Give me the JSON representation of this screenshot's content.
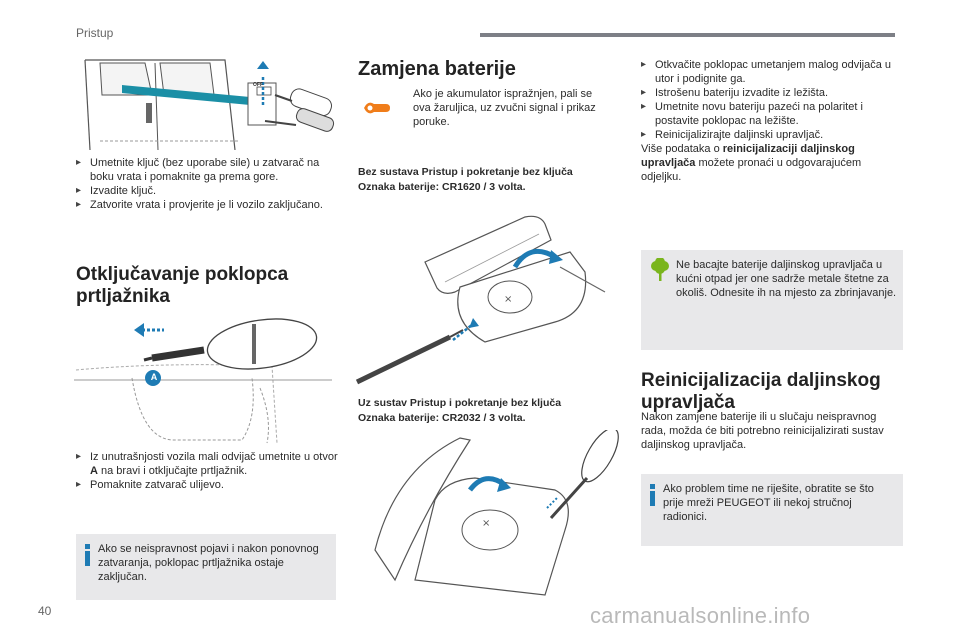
{
  "header": {
    "label": "Pristup"
  },
  "page_number": "40",
  "watermark": "carmanualsonline.info",
  "col1": {
    "door_bullets": [
      "Umetnite ključ (bez uporabe sile) u zatvarač na boku vrata i pomaknite ga prema gore.",
      "Izvadite ključ.",
      "Zatvorite vrata i provjerite je li vozilo zaključano."
    ],
    "off_label": "OFF",
    "section_title": "Otključavanje poklopca prtljažnika",
    "marker_label": "A",
    "trunk_bullets": {
      "b1_before": "Iz unutrašnjosti vozila mali odvijač umetnite u otvor ",
      "b1_bold": "A",
      "b1_after": " na bravi i otključajte prtljažnik.",
      "b2": "Pomaknite zatvarač ulijevo."
    },
    "note": "Ako se neispravnost pojavi i nakon ponovnog zatvaranja, poklopac prtljažnika ostaje zaključan."
  },
  "col2": {
    "section_title": "Zamjena baterije",
    "intro": "Ako je akumulator ispražnjen, pali se ova žaruljica, uz zvučni signal i prikaz poruke.",
    "without_system": "Bez sustava Pristup i pokretanje bez ključa",
    "battery_1": "Oznaka baterije: CR1620 / 3 volta.",
    "with_system": "Uz sustav Pristup i pokretanje bez ključa",
    "battery_2": "Oznaka baterije: CR2032 / 3 volta."
  },
  "col3": {
    "bullets": [
      "Otkvačite poklopac umetanjem malog odvijača u utor i podignite ga.",
      "Istrošenu bateriju izvadite iz ležišta.",
      "Umetnite novu bateriju pazeći na polaritet i postavite poklopac na ležište.",
      "Reinicijalizirajte daljinski upravljač."
    ],
    "more_before": "Više podataka o ",
    "more_bold": "reinicijalizaciji daljinskog upravljača",
    "more_after": " možete pronaći u odgovarajućem odjeljku.",
    "eco_note": "Ne bacajte baterije daljinskog upravljača u kućni otpad jer one sadrže metale štetne za okoliš. Odnesite ih na mjesto za zbrinjavanje.",
    "section_title": "Reinicijalizacija daljinskog upravljača",
    "body": "Nakon zamjene baterije ili u slučaju neispravnog rada, možda će biti potrebno reinicijalizirati sustav daljinskog upravljača.",
    "info_note": "Ako problem time ne riješite, obratite se što prije mreži PEUGEOT ili nekoj stručnoj radionici."
  },
  "colors": {
    "accent_blue": "#1e7bb4",
    "orange": "#f07d1a",
    "green": "#7ab51d",
    "note_bg": "#e8e8ea",
    "teal": "#1b8fa6"
  }
}
